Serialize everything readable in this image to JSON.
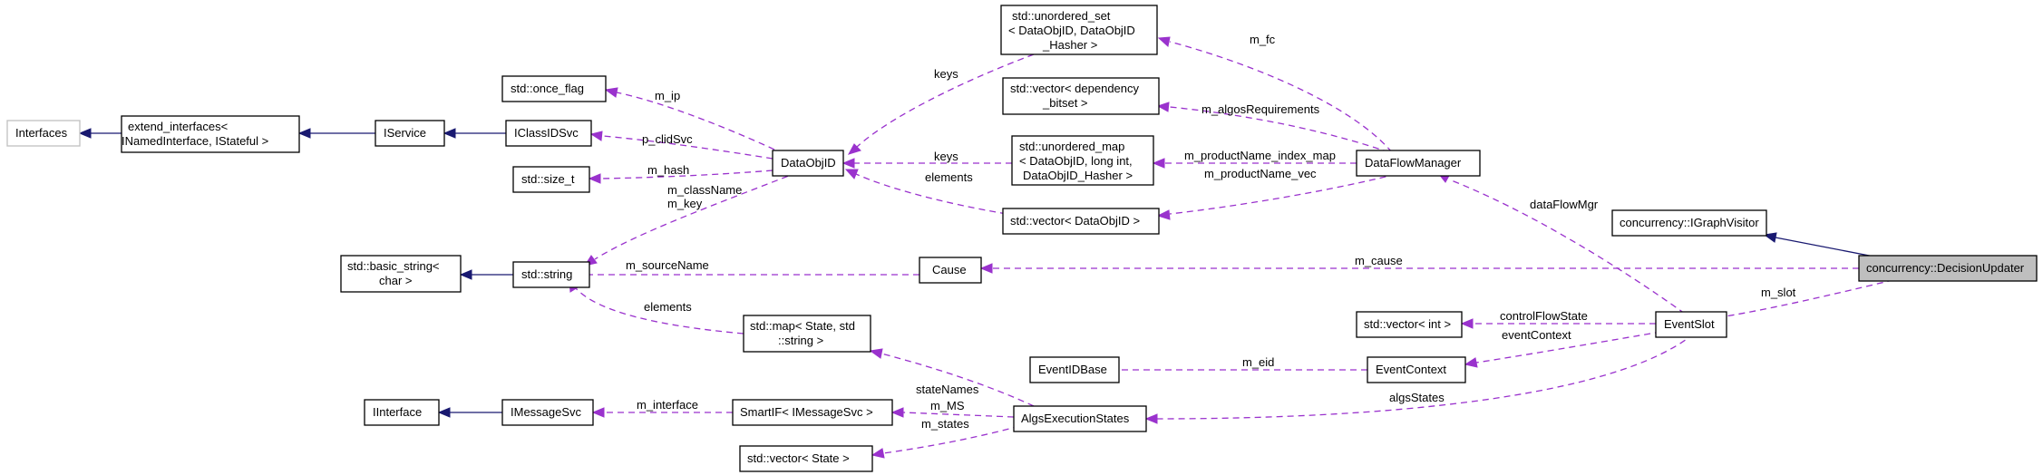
{
  "nodes": {
    "interfaces": "Interfaces",
    "extend_interfaces": [
      "extend_interfaces<",
      " INamedInterface, IStateful >"
    ],
    "iservice": "IService",
    "iclassidsvc": "IClassIDSvc",
    "once_flag": "std::once_flag",
    "size_t": "std::size_t",
    "dataobjid": "DataObjID",
    "unordered_set": [
      "std::unordered_set",
      "< DataObjID, DataObjID",
      "_Hasher >"
    ],
    "vector_dependency": [
      "std::vector< dependency",
      "_bitset >"
    ],
    "unordered_map": [
      "std::unordered_map",
      "< DataObjID, long int,",
      " DataObjID_Hasher >"
    ],
    "vector_dataobjid": "std::vector< DataObjID >",
    "dataflowmanager": "DataFlowManager",
    "igraphvisitor": "concurrency::IGraphVisitor",
    "decisionupdater": "concurrency::DecisionUpdater",
    "basic_string": [
      "std::basic_string<",
      " char >"
    ],
    "string": "std::string",
    "cause": "Cause",
    "map_state": [
      "std::map< State, std",
      "::string >"
    ],
    "vector_int": "std::vector< int >",
    "eventslot": "EventSlot",
    "eventidbase": "EventIDBase",
    "eventcontext": "EventContext",
    "iinterface": "IInterface",
    "imessagesvc": "IMessageSvc",
    "smartif": "SmartIF< IMessageSvc >",
    "algsexecutionstates": "AlgsExecutionStates",
    "vector_state": "std::vector< State >"
  },
  "edges": {
    "m_fc": "m_fc",
    "keys_set": "keys",
    "m_algosRequirements": "m_algosRequirements",
    "m_ip": "m_ip",
    "p_clidSvc": "p_clidSvc",
    "m_hash": "m_hash",
    "keys_map": "keys",
    "m_productName_index_map": "m_productName_index_map",
    "elements_vec": "elements",
    "m_productName_vec": "m_productName_vec",
    "m_className_key": [
      "m_className",
      "m_key"
    ],
    "dataFlowMgr": "dataFlowMgr",
    "m_sourceName": "m_sourceName",
    "m_cause": "m_cause",
    "m_slot": "m_slot",
    "elements_map": "elements",
    "controlFlowState": "controlFlowState",
    "eventContext": "eventContext",
    "m_eid": "m_eid",
    "stateNames": "stateNames",
    "algsStates": "algsStates",
    "m_interface": "m_interface",
    "m_MS": "m_MS",
    "m_states": "m_states"
  }
}
